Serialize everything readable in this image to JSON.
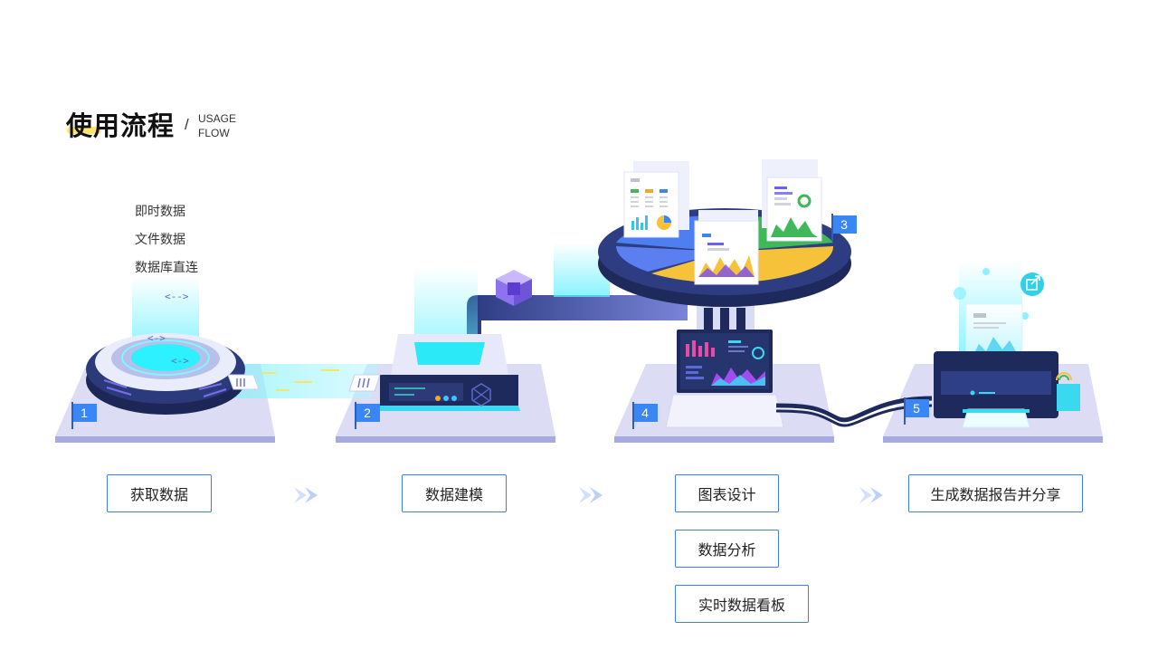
{
  "header": {
    "title": "使用流程",
    "subtitle_line1": "USAGE",
    "subtitle_line2": "FLOW"
  },
  "sources": [
    "即时数据",
    "文件数据",
    "数据库直连"
  ],
  "steps": [
    {
      "number": "1",
      "labels": [
        "获取数据"
      ]
    },
    {
      "number": "2",
      "labels": [
        "数据建模"
      ]
    },
    {
      "number": "3",
      "labels": []
    },
    {
      "number": "4",
      "labels": [
        "图表设计",
        "数据分析",
        "实时数据看板"
      ]
    },
    {
      "number": "5",
      "labels": [
        "生成数据报告并分享"
      ]
    }
  ],
  "icons": {
    "link": "link-icon",
    "share": "share-icon",
    "chevron": "double-chevron-icon"
  },
  "colors": {
    "accent": "#3a86f4",
    "platform": "#c9cbf0",
    "cyan": "#4fe6f3",
    "navy": "#1f2c5c",
    "purple": "#7a4cf0",
    "yellow": "#f9c233",
    "green": "#3fb85a"
  }
}
